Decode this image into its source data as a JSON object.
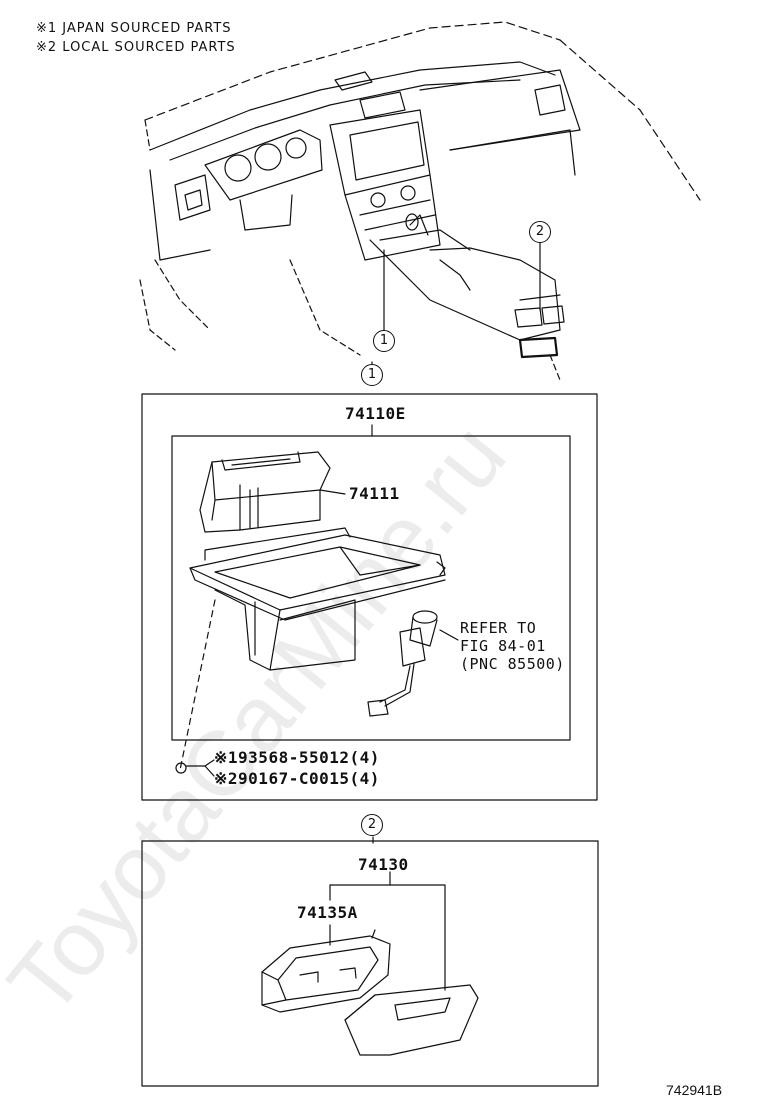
{
  "legend": {
    "line1": "※1 JAPAN SOURCED PARTS",
    "line2": "※2 LOCAL SOURCED PARTS"
  },
  "callouts": {
    "c1": "1",
    "c2": "2",
    "section1": "1",
    "section2": "2"
  },
  "section1": {
    "assembly_number": "74110E",
    "box_number": "74111",
    "refer_line1": "REFER TO",
    "refer_line2": "FIG 84-01",
    "refer_line3": "(PNC 85500)",
    "fastener_line1": "※193568-55012(4)",
    "fastener_line2": "※290167-C0015(4)"
  },
  "section2": {
    "assembly_number": "74130",
    "part_number": "74135A"
  },
  "figure_number": "742941B",
  "watermark": "ToyotaCarMine.ru"
}
